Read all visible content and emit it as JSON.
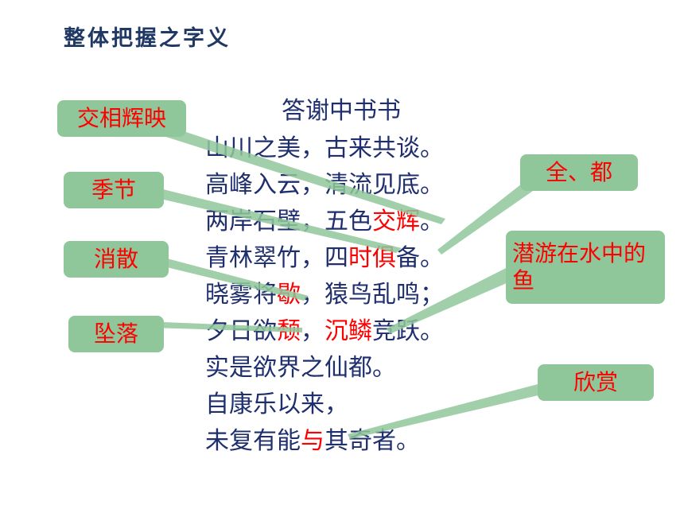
{
  "heading": "整体把握之字义",
  "poem": {
    "title": "答谢中书书",
    "lines": [
      [
        {
          "t": "山川之美，古来共谈。",
          "hl": false
        }
      ],
      [
        {
          "t": "高峰入云，清流见底。",
          "hl": false
        }
      ],
      [
        {
          "t": "两岸石壁，五色",
          "hl": false
        },
        {
          "t": "交辉",
          "hl": true
        },
        {
          "t": "。",
          "hl": false
        }
      ],
      [
        {
          "t": "青林翠竹，四",
          "hl": false
        },
        {
          "t": "时",
          "hl": true
        },
        {
          "t": "俱",
          "hl": true
        },
        {
          "t": "备。",
          "hl": false
        }
      ],
      [
        {
          "t": "晓雾将",
          "hl": false
        },
        {
          "t": "歇",
          "hl": true
        },
        {
          "t": "，猿鸟乱鸣；",
          "hl": false
        }
      ],
      [
        {
          "t": "夕日欲",
          "hl": false
        },
        {
          "t": "颓",
          "hl": true
        },
        {
          "t": "，",
          "hl": false
        },
        {
          "t": "沉鳞",
          "hl": true
        },
        {
          "t": "竞跃。",
          "hl": false
        }
      ],
      [
        {
          "t": "实是欲界之仙都。",
          "hl": false
        }
      ],
      [
        {
          "t": "自康乐以来，",
          "hl": false
        }
      ],
      [
        {
          "t": "未复有能",
          "hl": false
        },
        {
          "t": "与",
          "hl": true
        },
        {
          "t": "其奇者。",
          "hl": false
        }
      ]
    ]
  },
  "callouts": {
    "jiaohui": "交相辉映",
    "shi": "季节",
    "xie": "消散",
    "tui": "坠落",
    "ju": "全、都",
    "chenlin": "潜游在水中的鱼",
    "yu": "欣赏"
  },
  "colors": {
    "heading": "#1f3864",
    "text": "#1f2f6e",
    "highlight": "#ff0000",
    "callout_bg": "#8fc79a"
  }
}
